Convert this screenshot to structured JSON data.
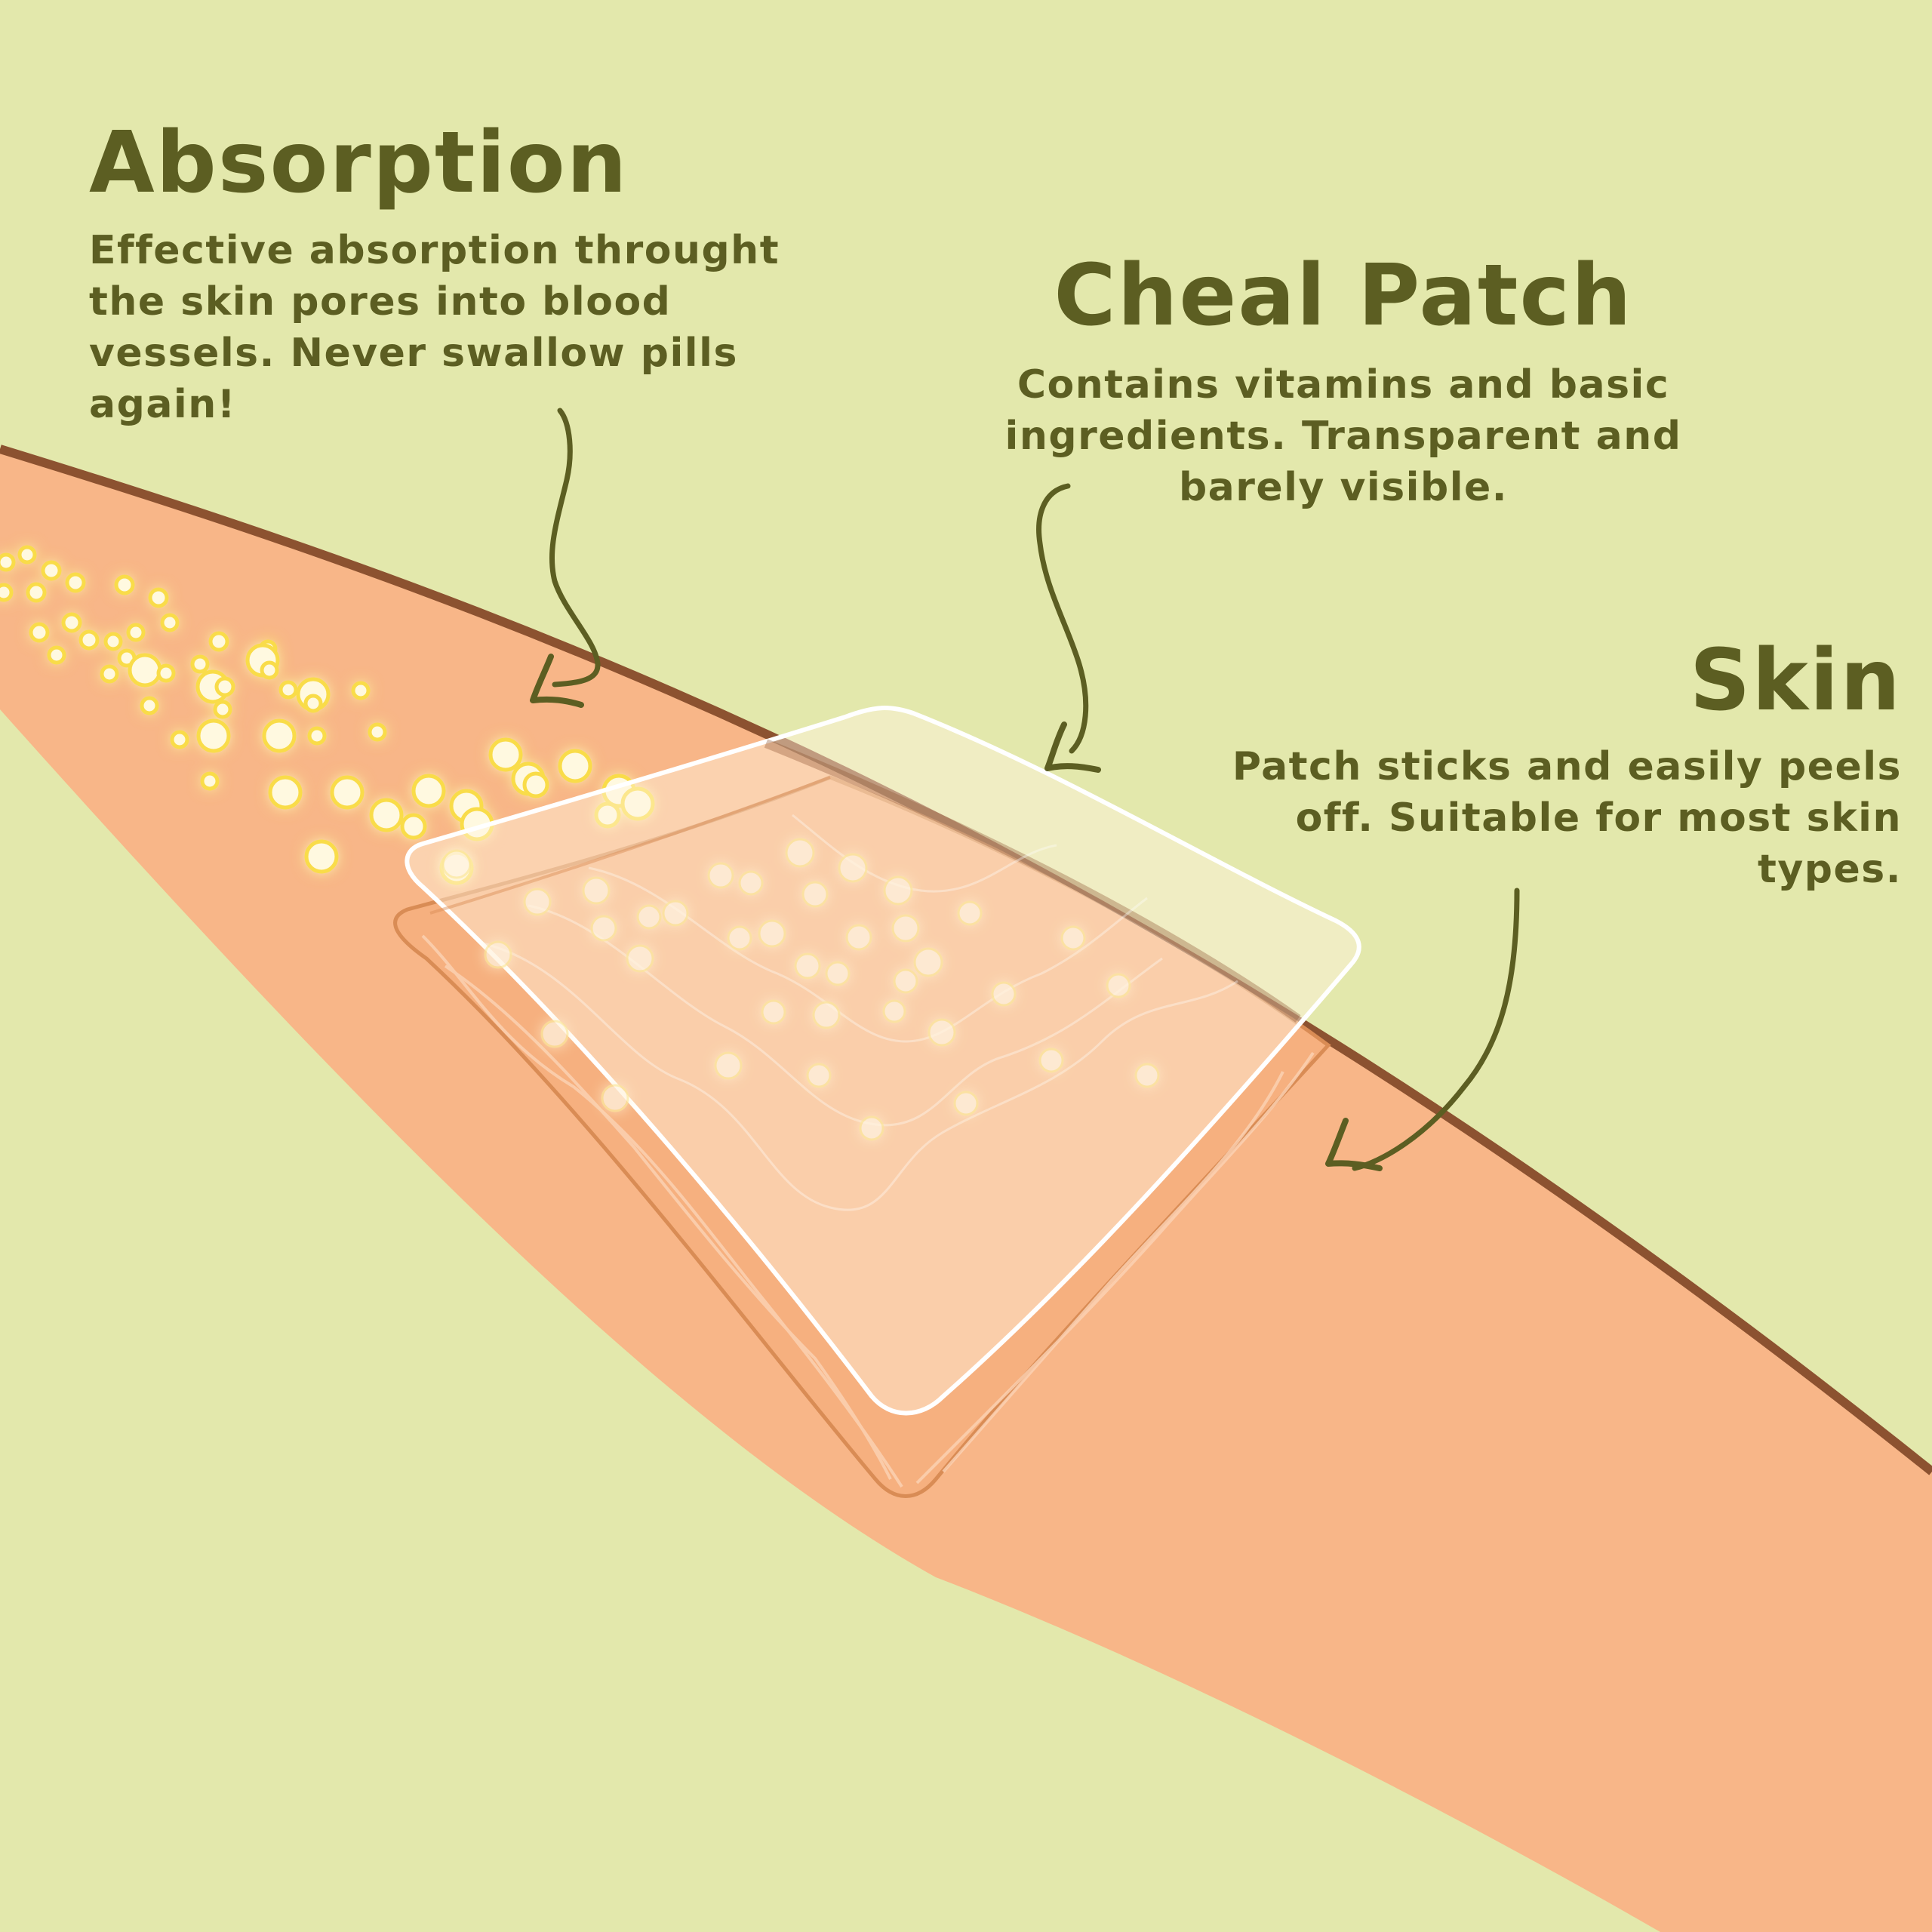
{
  "colors": {
    "background": "#E3E8AC",
    "text": "#5C5E22",
    "skin": "#F8B688",
    "skin_edge": "#8C5230",
    "patch_fill": "#FFF3E0",
    "patch_outline": "#FFFFFF",
    "particle_fill": "#FFF9E0",
    "particle_ring": "#F9DC4A",
    "arrow": "#5C5E22"
  },
  "callouts": {
    "absorption": {
      "title": "Absorption",
      "lines": [
        "Effective absorption throught",
        "the skin pores into blood",
        "vessels. Never swallow pills",
        "again!"
      ]
    },
    "patch": {
      "title": "Cheal Patch",
      "lines": [
        "Contains vitamins and basic",
        "ingredients. Transparent and",
        "barely visible."
      ]
    },
    "skin": {
      "title": "Skin",
      "lines": [
        "Patch sticks and easily peels",
        "off. Suitable for most skin",
        "types."
      ]
    }
  },
  "illustration": {
    "icons": [
      "skin-section",
      "transdermal-patch",
      "particle-cluster",
      "curved-arrow",
      "curved-arrow",
      "curved-arrow"
    ]
  }
}
